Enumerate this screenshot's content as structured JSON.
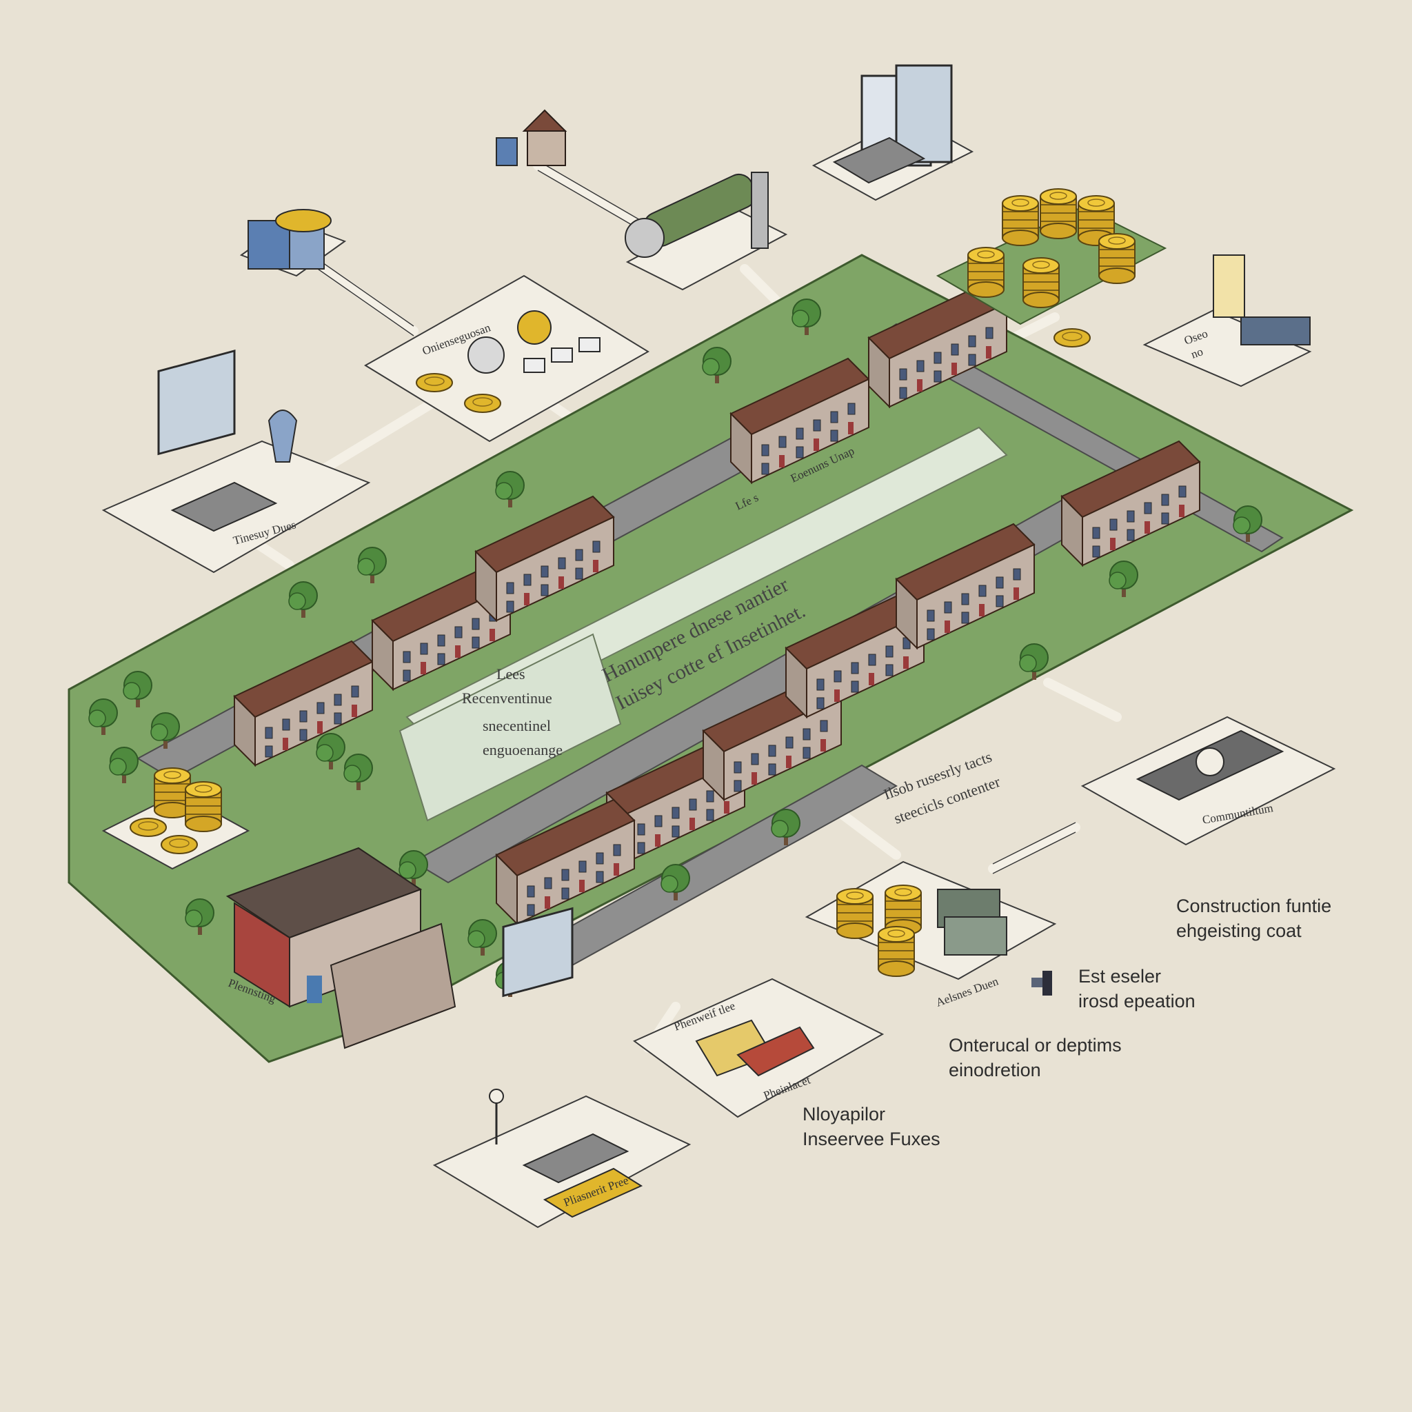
{
  "colors": {
    "background": "#e8e2d4",
    "grass": "#7fa566",
    "grass_light": "#a9c79a",
    "road": "#8f8f8f",
    "roof": "#7a4a3a",
    "wall": "#b9aaa0",
    "coin": "#e0b62c",
    "panel": "#f2eee4",
    "banner": "#e4ece0"
  },
  "banners": {
    "center_line1": "Hanunpere dnese nantier",
    "center_line2": "Iuisey cotte ef Insetinhet.",
    "left_line1": "Lees",
    "left_line2": "Recenventinue",
    "left_line3": "snecentinel",
    "left_line4": "enguoenange"
  },
  "panels": {
    "top_left_coins": "Onienseguosan",
    "laptop_left": "Tinesuy Dues",
    "right_docs_line1": "Oseo",
    "right_docs_line2": "no",
    "school": "Plennsting",
    "coins_middle": "Aelsnes Duen",
    "books": "Phenweif tlee",
    "books_bottom": "Pheinlacet",
    "laptop_bottom": "Pliasnerit Pree",
    "money_right": "Communtiltum"
  },
  "map_labels": {
    "road_tag": "Lfe  s",
    "street_tag": "Eoenuns Unap",
    "field_line1": "Ilsob rusesrly tacts",
    "field_line2": "steecicls contenter"
  },
  "notes": {
    "note1_line1": "Construction funtie",
    "note1_line2": "ehgeisting coat",
    "note2_line1": "Est eseler",
    "note2_line2": "irosd epeation",
    "note3_line1": "Onterucal or deptims",
    "note3_line2": "einodretion",
    "note4_line1": "Nloyapilor",
    "note4_line2": "Inseervee Fuxes"
  },
  "icons": [
    "house-icon",
    "pipe-icon",
    "monitor-icon",
    "coin-stack-icon",
    "laptop-icon",
    "building-icon",
    "documents-icon",
    "dollar-bill-icon",
    "books-icon",
    "tree-icon",
    "person-icon"
  ]
}
